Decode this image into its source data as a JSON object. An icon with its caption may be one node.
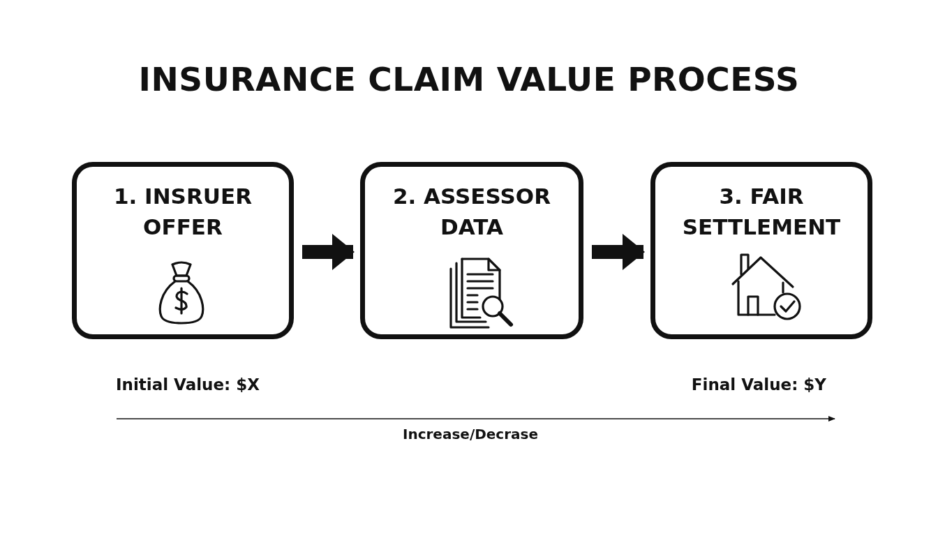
{
  "diagram": {
    "title": "INSURANCE CLAIM VALUE PROCESS",
    "nodes": [
      {
        "text": [
          "1. INSRUER OFFER"
        ]
      },
      {
        "text": [
          "2. ASSESSOR DATA"
        ]
      },
      {
        "text": [
          "3. FAIR SETTLEMENT"
        ]
      }
    ],
    "edges": [
      {
        "from": 0,
        "to": 1,
        "arrow": "to"
      },
      {
        "from": 1,
        "to": 2,
        "arrow": "to"
      }
    ],
    "labels": [
      "Initial Value: $X",
      "Final Value: $Y",
      "Increase/Decrase"
    ]
  }
}
